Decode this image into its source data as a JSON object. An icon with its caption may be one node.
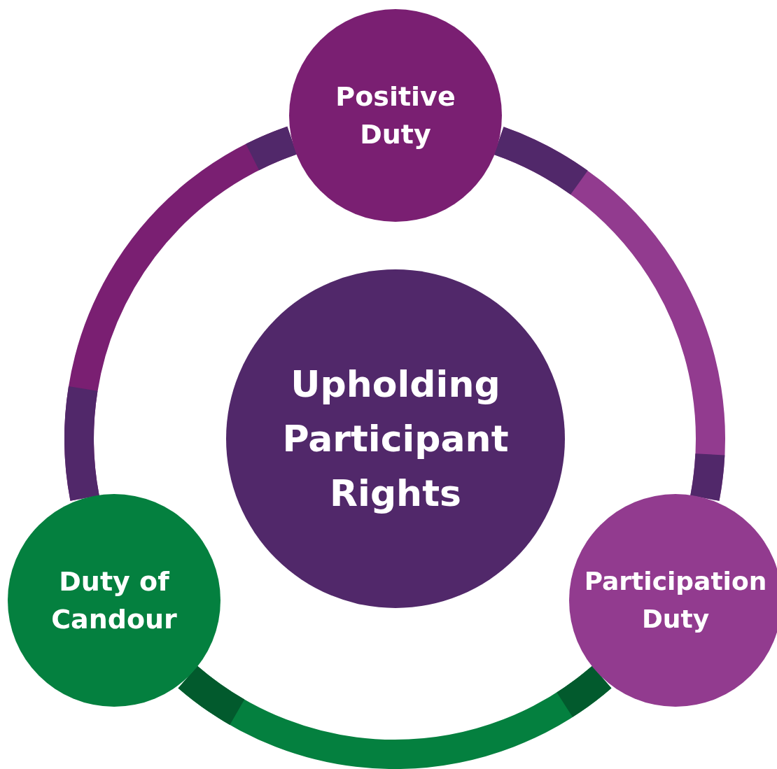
{
  "diagram": {
    "nodes": [
      {
        "text": [
          "Positive Duty"
        ]
      },
      {
        "text": [
          "Upholding Participant Rights"
        ]
      },
      {
        "text": [
          "Duty of Candour"
        ]
      },
      {
        "text": [
          "Participation Duty"
        ]
      }
    ],
    "edges": [
      {
        "from": 0,
        "to": 3,
        "arrow": "none",
        "color": "#923b8f"
      },
      {
        "from": 3,
        "to": 2,
        "arrow": "none",
        "color": "#04803f"
      },
      {
        "from": 2,
        "to": 0,
        "arrow": "none",
        "color": "#7a1f72"
      }
    ]
  }
}
